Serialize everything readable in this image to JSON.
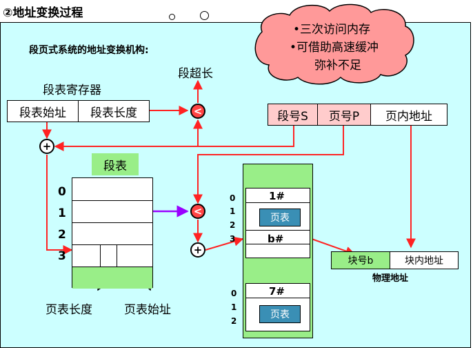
{
  "title": "②地址变换过程",
  "subtitle": "段页式系统的地址变换机构:",
  "cloud": {
    "line1": "•三次访问内存",
    "line2": "•可借助高速缓冲",
    "line3": "弥补不足"
  },
  "segment_overflow_label": "段超长",
  "segment_register": {
    "label": "段表寄存器",
    "start_addr": "段表始址",
    "length": "段表长度"
  },
  "logical_address": {
    "segment_no": "段号S",
    "page_no": "页号P",
    "offset": "页内地址"
  },
  "segment_table": {
    "label": "段表",
    "rows": [
      "0",
      "1",
      "2",
      "3"
    ]
  },
  "page_table_length": "页表长度",
  "page_table_start": "页表始址",
  "operators": {
    "compare": "<",
    "add": "+"
  },
  "memory": {
    "block1": {
      "id": "1#",
      "rows": [
        "0",
        "1",
        "2",
        "3"
      ],
      "page_table": "页表",
      "b_label": "b#"
    },
    "block2": {
      "id": "7#",
      "rows": [
        "0",
        "1",
        "2"
      ],
      "page_table": "页表"
    }
  },
  "physical_address": {
    "block_no": "块号b",
    "offset": "块内地址",
    "label": "物理地址"
  },
  "colors": {
    "panel": "#ccffff",
    "arrow_red": "#ff2222",
    "arrow_purple": "#9900ff",
    "green": "#99ee88",
    "pink": "#ffcccc",
    "teal": "#3a8fb5"
  }
}
